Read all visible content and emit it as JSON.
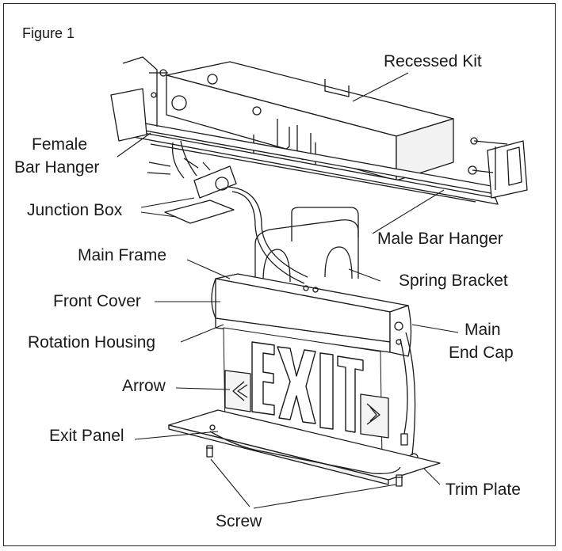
{
  "figure": {
    "title": "Figure 1"
  },
  "labels": {
    "recessed_kit": "Recessed Kit",
    "female_bar_hanger_1": "Female",
    "female_bar_hanger_2": "Bar Hanger",
    "junction_box": "Junction Box",
    "male_bar_hanger": "Male Bar Hanger",
    "main_frame": "Main Frame",
    "spring_bracket": "Spring Bracket",
    "front_cover": "Front Cover",
    "rotation_housing": "Rotation Housing",
    "main_end_cap_1": "Main",
    "main_end_cap_2": "End Cap",
    "arrow": "Arrow",
    "exit_panel": "Exit Panel",
    "trim_plate": "Trim Plate",
    "screw": "Screw"
  },
  "sign": {
    "text": "EXIT"
  },
  "colors": {
    "line": "#1a1a1a",
    "fill": "#ffffff",
    "shade": "#e8e8e8"
  }
}
